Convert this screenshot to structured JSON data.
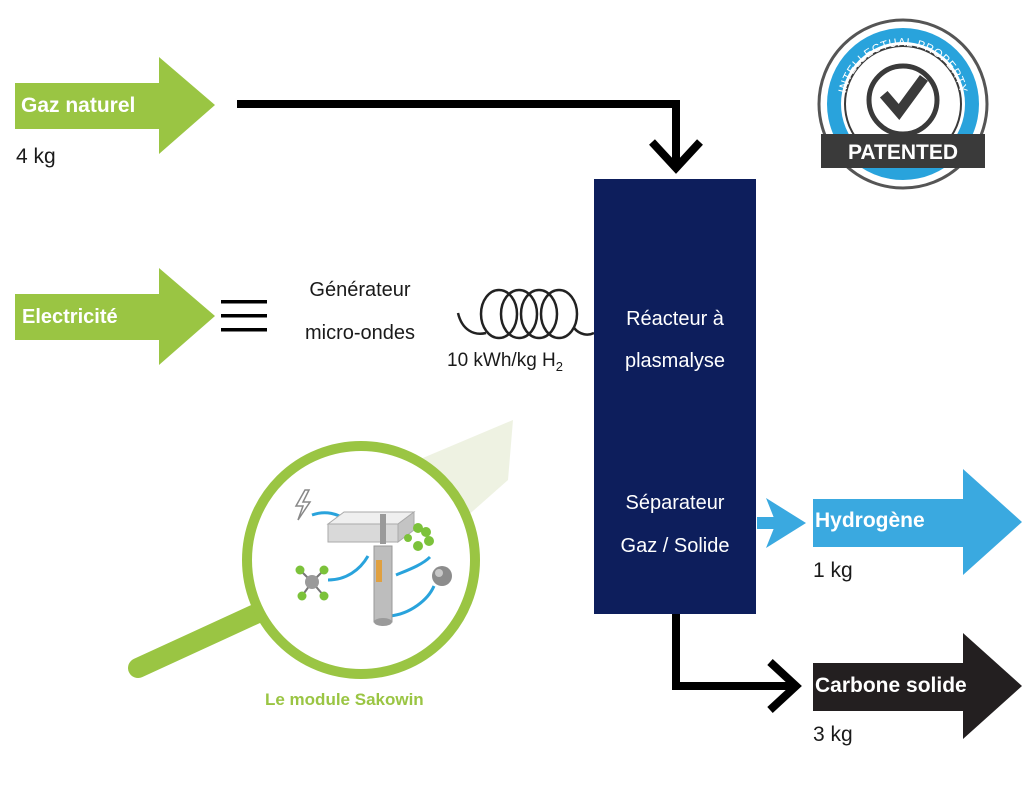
{
  "inputs": {
    "gas": {
      "label": "Gaz naturel",
      "quantity": "4 kg",
      "color": "#9ac543"
    },
    "electricity": {
      "label": "Electricité",
      "color": "#9ac543"
    }
  },
  "generator": {
    "line1": "Générateur",
    "line2": "micro-ondes"
  },
  "energy": {
    "value": "10 kWh/kg H",
    "subscript": "2"
  },
  "reactor": {
    "line1": "Réacteur à",
    "line2": "plasmalyse",
    "line3": "Séparateur",
    "line4": "Gaz / Solide",
    "color": "#0d1e5c"
  },
  "outputs": {
    "hydrogen": {
      "label": "Hydrogène",
      "quantity": "1 kg",
      "color": "#3aa9e0"
    },
    "carbon": {
      "label": "Carbone solide",
      "quantity": "3 kg",
      "color": "#231f20"
    }
  },
  "module": {
    "caption": "Le module Sakowin",
    "color": "#9ac543"
  },
  "badge": {
    "arc_text": "INTELLECTUAL PROPERTY",
    "label": "PATENTED",
    "ring_color": "#29a3dc"
  }
}
